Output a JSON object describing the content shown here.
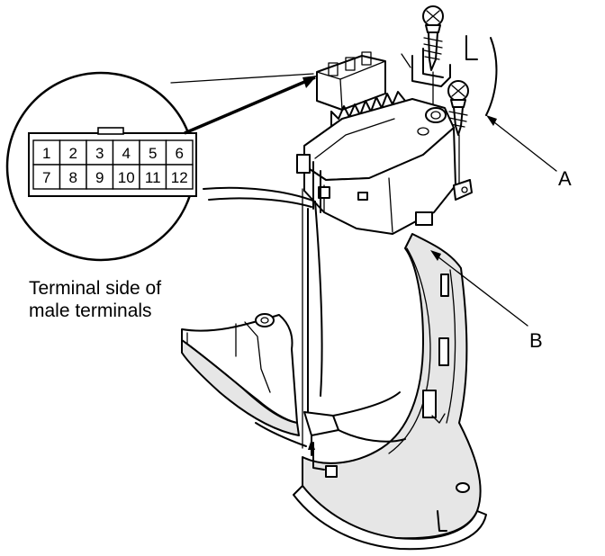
{
  "connector": {
    "pins_row1": [
      "1",
      "2",
      "3",
      "4",
      "5",
      "6"
    ],
    "pins_row2": [
      "7",
      "8",
      "9",
      "10",
      "11",
      "12"
    ]
  },
  "caption": {
    "line1": "Terminal side of",
    "line2": "male terminals"
  },
  "callouts": {
    "a": "A",
    "b": "B"
  }
}
